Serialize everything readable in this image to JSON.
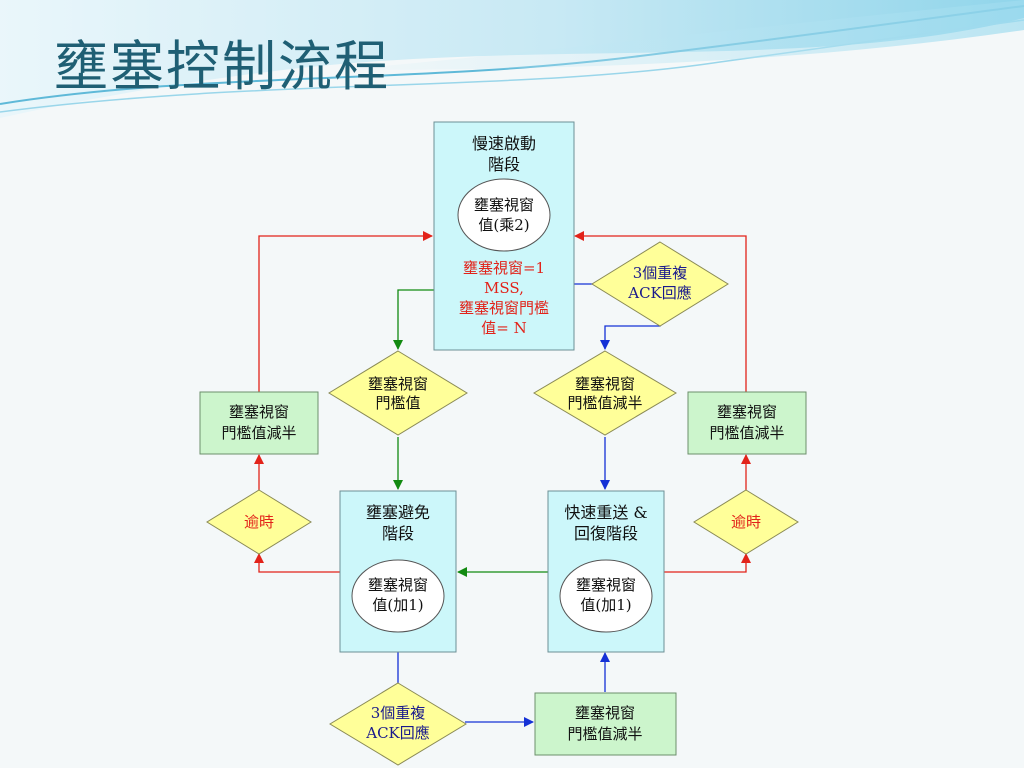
{
  "slide": {
    "title": "壅塞控制流程"
  },
  "colors": {
    "title": "#1f5f74",
    "state_fill": "#ccf7fa",
    "box_fill": "#ccf5cc",
    "diamond_fill": "#ffff99",
    "red_text": "#e2231a",
    "blue_text": "#1a1a8c",
    "arrow_red": "#e2231a",
    "arrow_green": "#118a11",
    "arrow_blue": "#1431d6"
  },
  "states": {
    "slow_start": {
      "title": [
        "慢速啟動",
        "階段"
      ],
      "window": [
        "壅塞視窗",
        "值(乘2)"
      ],
      "init": [
        "壅塞視窗=1",
        "MSS,",
        "壅塞視窗門檻",
        "值= N"
      ]
    },
    "congestion_avoidance": {
      "title": [
        "壅塞避免",
        "階段"
      ],
      "window": [
        "壅塞視窗",
        "值(加1)"
      ]
    },
    "fast_recovery": {
      "title": [
        "快速重送 &",
        "回復階段"
      ],
      "window": [
        "壅塞視窗",
        "值(加1)"
      ]
    }
  },
  "conditions": {
    "threshold_top_left": [
      "壅塞視窗",
      "門檻值"
    ],
    "threshold_top_right": [
      "壅塞視窗",
      "門檻值減半"
    ],
    "dup_ack_top": [
      "3個重複",
      "ACK回應"
    ],
    "dup_ack_bottom": [
      "3個重複",
      "ACK回應"
    ],
    "timeout_left": "逾時",
    "timeout_right": "逾時"
  },
  "actions": {
    "halve_left": [
      "壅塞視窗",
      "門檻值減半"
    ],
    "halve_right": [
      "壅塞視窗",
      "門檻值減半"
    ],
    "halve_bottom": [
      "壅塞視窗",
      "門檻值減半"
    ]
  }
}
